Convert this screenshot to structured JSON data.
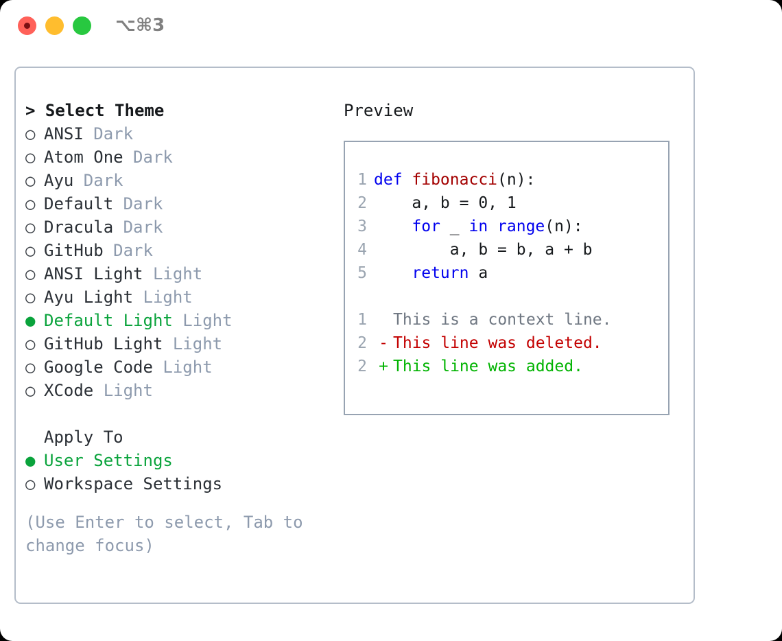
{
  "titlebar": {
    "shortcut": "⌥⌘3",
    "lights": [
      {
        "name": "close",
        "color": "#ff6159"
      },
      {
        "name": "minimize",
        "color": "#ffbd2e"
      },
      {
        "name": "maximize",
        "color": "#28c840"
      }
    ]
  },
  "theme_picker": {
    "header": "> Select Theme",
    "items": [
      {
        "marker": "○",
        "name": "ANSI",
        "suffix": "Dark",
        "selected": false
      },
      {
        "marker": "○",
        "name": "Atom One",
        "suffix": "Dark",
        "selected": false
      },
      {
        "marker": "○",
        "name": "Ayu",
        "suffix": "Dark",
        "selected": false
      },
      {
        "marker": "○",
        "name": "Default",
        "suffix": "Dark",
        "selected": false
      },
      {
        "marker": "○",
        "name": "Dracula",
        "suffix": "Dark",
        "selected": false
      },
      {
        "marker": "○",
        "name": "GitHub",
        "suffix": "Dark",
        "selected": false
      },
      {
        "marker": "○",
        "name": "ANSI Light",
        "suffix": "Light",
        "selected": false
      },
      {
        "marker": "○",
        "name": "Ayu Light",
        "suffix": "Light",
        "selected": false
      },
      {
        "marker": "●",
        "name": "Default Light",
        "suffix": "Light",
        "selected": true
      },
      {
        "marker": "○",
        "name": "GitHub Light",
        "suffix": "Light",
        "selected": false
      },
      {
        "marker": "○",
        "name": "Google Code",
        "suffix": "Light",
        "selected": false
      },
      {
        "marker": "○",
        "name": "XCode",
        "suffix": "Light",
        "selected": false
      }
    ]
  },
  "apply_to": {
    "title": "Apply To",
    "options": [
      {
        "marker": "●",
        "label": "User Settings",
        "selected": true
      },
      {
        "marker": "○",
        "label": "Workspace Settings",
        "selected": false
      }
    ]
  },
  "hint": "(Use Enter to select, Tab to change focus)",
  "preview": {
    "title": "Preview",
    "code_lines": [
      {
        "no": "1",
        "segments": [
          {
            "text": "def ",
            "kind": "kw"
          },
          {
            "text": "fibonacci",
            "kind": "fn"
          },
          {
            "text": "(n):",
            "kind": "plain"
          }
        ]
      },
      {
        "no": "2",
        "segments": [
          {
            "text": "    a, b = 0, 1",
            "kind": "plain"
          }
        ]
      },
      {
        "no": "3",
        "segments": [
          {
            "text": "    ",
            "kind": "plain"
          },
          {
            "text": "for",
            "kind": "kw"
          },
          {
            "text": " _ ",
            "kind": "plain"
          },
          {
            "text": "in range",
            "kind": "kw"
          },
          {
            "text": "(n):",
            "kind": "plain"
          }
        ]
      },
      {
        "no": "4",
        "segments": [
          {
            "text": "        a, b = b, a + b",
            "kind": "plain"
          }
        ]
      },
      {
        "no": "5",
        "segments": [
          {
            "text": "    ",
            "kind": "plain"
          },
          {
            "text": "return",
            "kind": "kw"
          },
          {
            "text": " a",
            "kind": "plain"
          }
        ]
      }
    ],
    "diff_lines": [
      {
        "no": "1",
        "sign": " ",
        "text": "This is a context line.",
        "kind": "context"
      },
      {
        "no": "2",
        "sign": "-",
        "text": "This line was deleted.",
        "kind": "deleted"
      },
      {
        "no": "2",
        "sign": "+",
        "text": "This line was added.",
        "kind": "added"
      }
    ]
  },
  "colors": {
    "selected_green": "#0aa33c",
    "muted_gray": "#8d9aad",
    "keyword_blue": "#0000ee",
    "function_red": "#a30000",
    "diff_deleted": "#c30000",
    "diff_added": "#00b300",
    "border": "#b4bdc9"
  }
}
